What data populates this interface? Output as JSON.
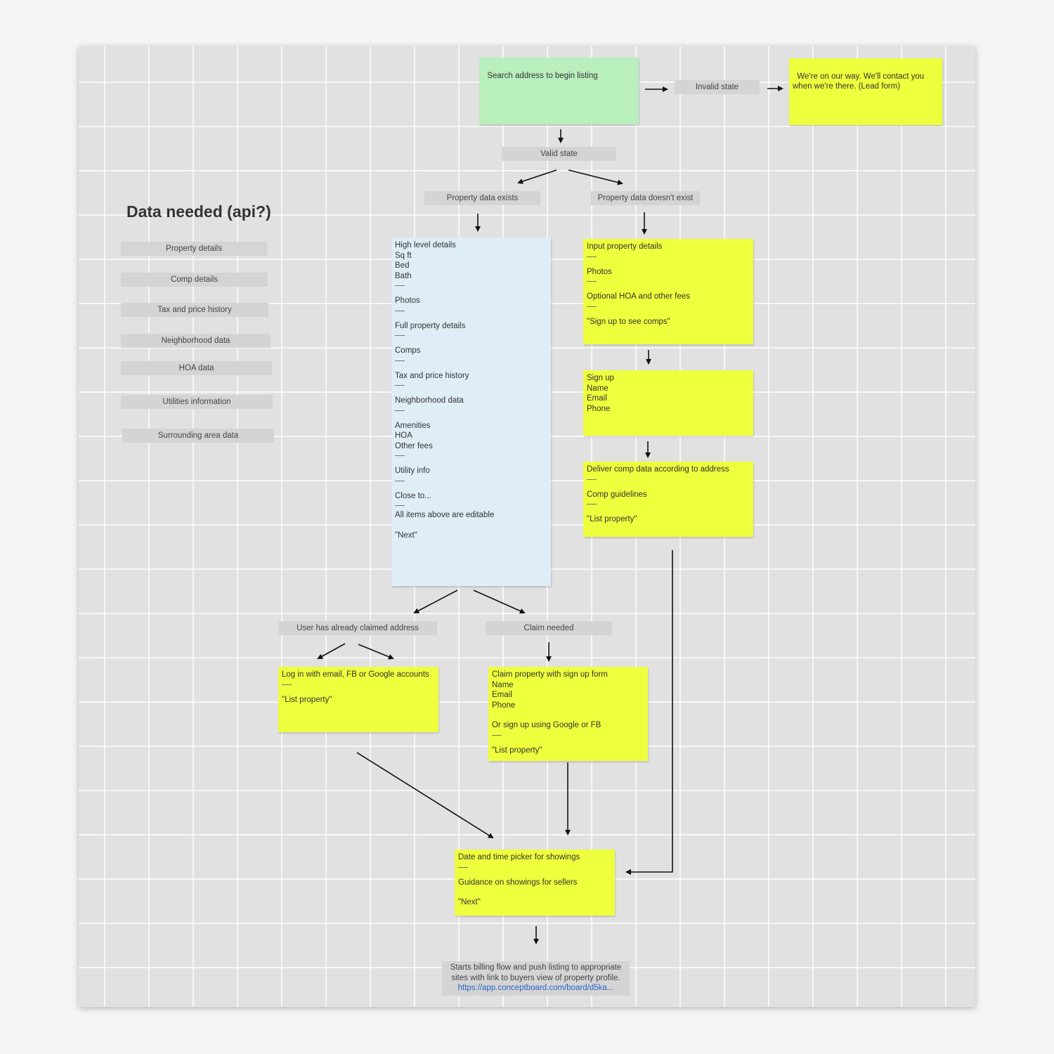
{
  "heading": "Data needed (api?)",
  "data_needed_items": [
    "Property details",
    "Comp details",
    "Tax and price history",
    "Neighborhood data",
    "HOA data",
    "Utilities information",
    "Surrounding area data"
  ],
  "flow": {
    "search": "Search address to begin listing",
    "invalid_state": "Invalid state",
    "lead_form": "We're on our way. We'll contact you when we're there. (Lead form)",
    "valid_state": "Valid state",
    "property_exists": "Property data exists",
    "property_not_exists": "Property data doesn't exist",
    "details_list": {
      "l1": "High level details",
      "l2": "Sq ft",
      "l3": "Bed",
      "l4": "Bath",
      "l5": "Photos",
      "l6": "Full property details",
      "l7": "Comps",
      "l8": "Tax and price history",
      "l9": "Neighborhood data",
      "l10": "Amenities",
      "l11": "HOA",
      "l12": "Other fees",
      "l13": "Utility info",
      "l14": "Close to...",
      "l15": "All items above are editable",
      "l16": "\"Next\""
    },
    "input_details": {
      "l1": "Input property details",
      "l2": "Photos",
      "l3": "Optional HOA and other fees",
      "l4": "\"Sign up to see comps\""
    },
    "signup": {
      "l1": "Sign up",
      "l2": "Name",
      "l3": "Email",
      "l4": "Phone"
    },
    "deliver_comps": {
      "l1": "Deliver comp data according to address",
      "l2": "Comp guidelines",
      "l3": "\"List property\""
    },
    "already_claimed": "User has already claimed address",
    "claim_needed": "Claim needed",
    "login": {
      "l1": "Log in with email, FB or Google accounts",
      "l2": "\"List property\""
    },
    "claim_form": {
      "l1": "Claim property with sign up form",
      "l2": "Name",
      "l3": "Email",
      "l4": "Phone",
      "l5": "Or sign up using Google or FB",
      "l6": "\"List property\""
    },
    "showings": {
      "l1": "Date and time picker for showings",
      "l2": "Guidance on showings for sellers",
      "l3": "\"Next\""
    },
    "billing": {
      "text": "Starts billing flow and push listing to appropriate sites with link to buyers view of property profile.",
      "link": "https://app.conceptboard.com/board/d5ka..."
    }
  },
  "colors": {
    "board": "#e1e1e1",
    "yellow_note": "#eeff3d",
    "green_note": "#b9eebd",
    "blue_note": "#dfedf6",
    "label_bg": "#d4d4d4",
    "link": "#2a63c7"
  }
}
